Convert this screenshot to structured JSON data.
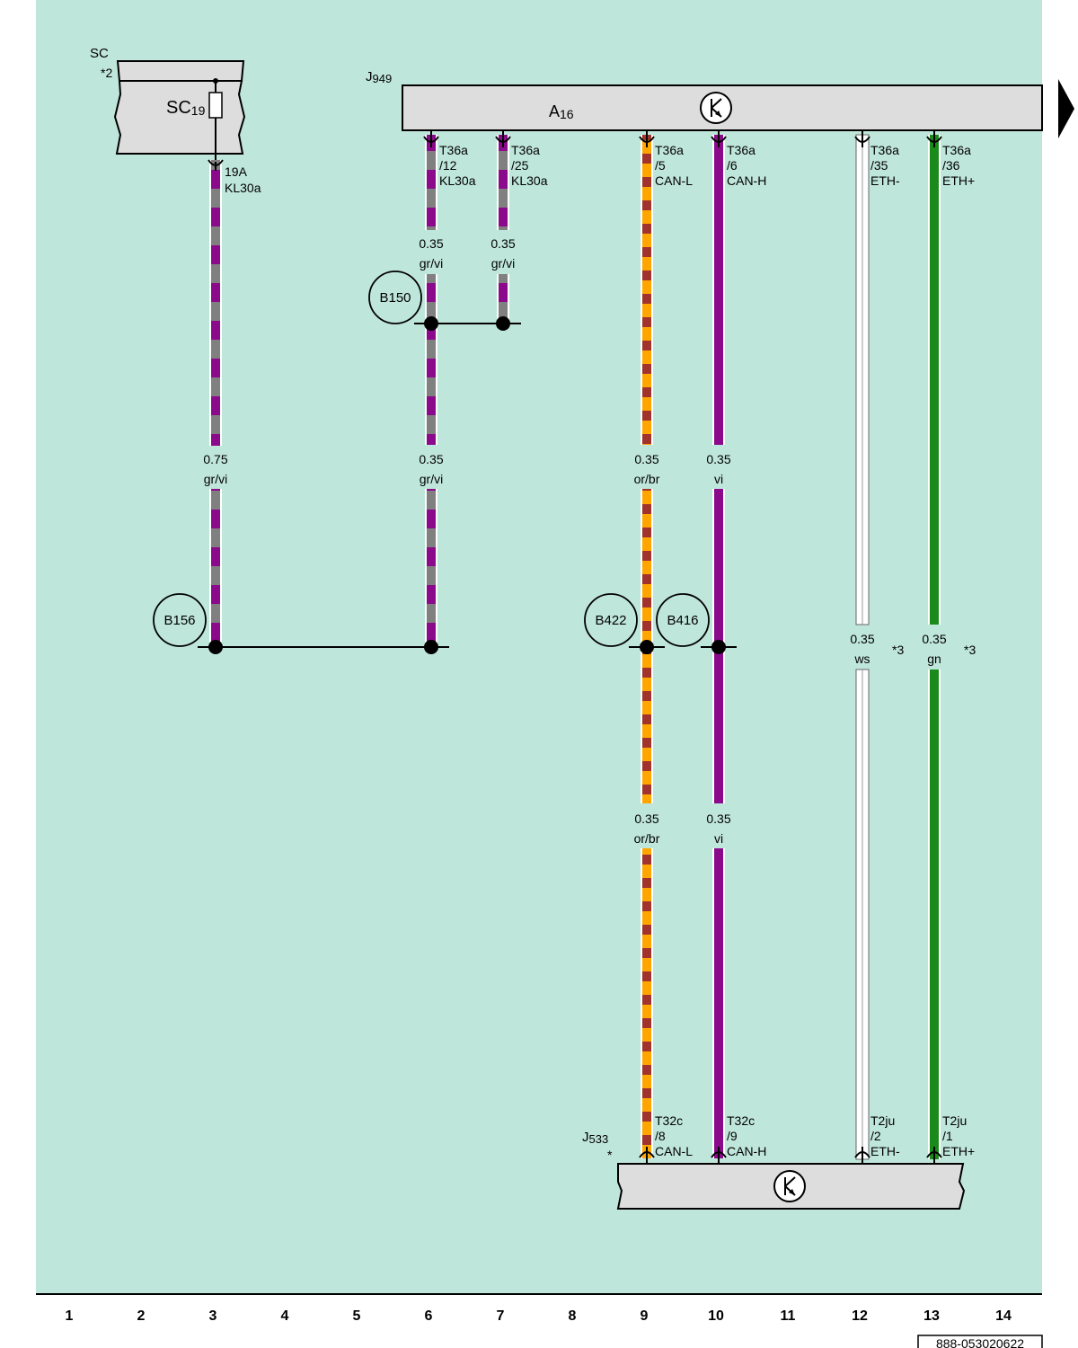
{
  "components": {
    "sc_group": "SC",
    "sc_note": "*2",
    "fuse_main": "SC",
    "fuse_sub": "19",
    "j949_main": "J",
    "j949_sub": "949",
    "a16_main": "A",
    "a16_sub": "16",
    "j533_main": "J",
    "j533_sub": "533",
    "j533_note": "*"
  },
  "fuse_pin": {
    "line1": "19A",
    "line2": "KL30a"
  },
  "top_pins": [
    {
      "l1": "T36a",
      "l2": "/12",
      "l3": "KL30a"
    },
    {
      "l1": "T36a",
      "l2": "/25",
      "l3": "KL30a"
    },
    {
      "l1": "T36a",
      "l2": "/5",
      "l3": "CAN-L"
    },
    {
      "l1": "T36a",
      "l2": "/6",
      "l3": "CAN-H"
    },
    {
      "l1": "T36a",
      "l2": "/35",
      "l3": "ETH-"
    },
    {
      "l1": "T36a",
      "l2": "/36",
      "l3": "ETH+"
    }
  ],
  "bottom_pins": [
    {
      "l1": "T32c",
      "l2": "/8",
      "l3": "CAN-L"
    },
    {
      "l1": "T32c",
      "l2": "/9",
      "l3": "CAN-H"
    },
    {
      "l1": "T2ju",
      "l2": "/2",
      "l3": "ETH-"
    },
    {
      "l1": "T2ju",
      "l2": "/1",
      "l3": "ETH+"
    }
  ],
  "wire_labels": [
    {
      "size": "0.35",
      "color": "gr/vi"
    },
    {
      "size": "0.35",
      "color": "gr/vi"
    },
    {
      "size": "0.75",
      "color": "gr/vi"
    },
    {
      "size": "0.35",
      "color": "gr/vi"
    },
    {
      "size": "0.35",
      "color": "or/br"
    },
    {
      "size": "0.35",
      "color": "vi"
    },
    {
      "size": "0.35",
      "color": "or/br"
    },
    {
      "size": "0.35",
      "color": "vi"
    },
    {
      "size": "0.35",
      "color": "ws"
    },
    {
      "size": "0.35",
      "color": "gn"
    }
  ],
  "notes": {
    "eth_minus": "*3",
    "eth_plus": "*3"
  },
  "splices": [
    "B150",
    "B156",
    "B422",
    "B416"
  ],
  "column_numbers": [
    "1",
    "2",
    "3",
    "4",
    "5",
    "6",
    "7",
    "8",
    "9",
    "10",
    "11",
    "12",
    "13",
    "14"
  ],
  "doc_number": "888-053020622",
  "colors": {
    "background": "#bfe6da",
    "grey": "#808080",
    "violet": "#8b0a8b",
    "orange": "#ffa500",
    "brown": "#a0342d",
    "green": "#1a8a1a",
    "white": "#ffffff",
    "box": "#dddddd"
  }
}
